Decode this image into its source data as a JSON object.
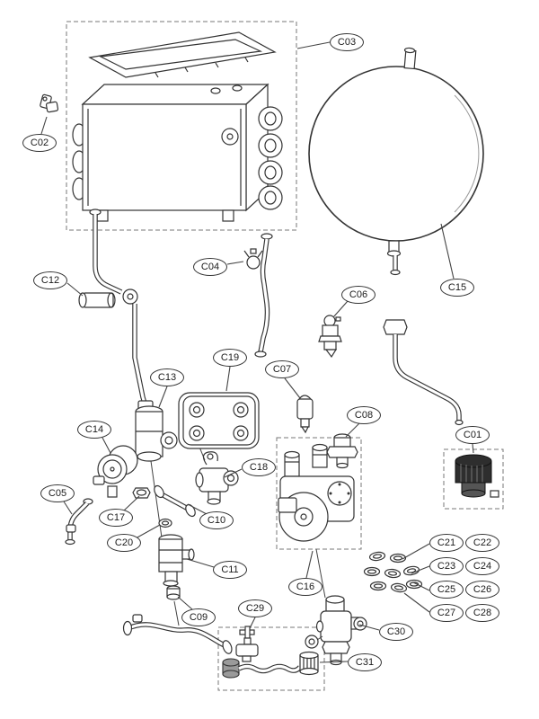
{
  "diagram": {
    "callouts": [
      {
        "id": "C01",
        "label": "C01"
      },
      {
        "id": "C02",
        "label": "C02"
      },
      {
        "id": "C03",
        "label": "C03"
      },
      {
        "id": "C04",
        "label": "C04"
      },
      {
        "id": "C05",
        "label": "C05"
      },
      {
        "id": "C06",
        "label": "C06"
      },
      {
        "id": "C07",
        "label": "C07"
      },
      {
        "id": "C08",
        "label": "C08"
      },
      {
        "id": "C09",
        "label": "C09"
      },
      {
        "id": "C10",
        "label": "C10"
      },
      {
        "id": "C11",
        "label": "C11"
      },
      {
        "id": "C12",
        "label": "C12"
      },
      {
        "id": "C13",
        "label": "C13"
      },
      {
        "id": "C14",
        "label": "C14"
      },
      {
        "id": "C15",
        "label": "C15"
      },
      {
        "id": "C16",
        "label": "C16"
      },
      {
        "id": "C17",
        "label": "C17"
      },
      {
        "id": "C18",
        "label": "C18"
      },
      {
        "id": "C19",
        "label": "C19"
      },
      {
        "id": "C20",
        "label": "C20"
      },
      {
        "id": "C21",
        "label": "C21"
      },
      {
        "id": "C22",
        "label": "C22"
      },
      {
        "id": "C23",
        "label": "C23"
      },
      {
        "id": "C24",
        "label": "C24"
      },
      {
        "id": "C25",
        "label": "C25"
      },
      {
        "id": "C26",
        "label": "C26"
      },
      {
        "id": "C27",
        "label": "C27"
      },
      {
        "id": "C28",
        "label": "C28"
      },
      {
        "id": "C29",
        "label": "C29"
      },
      {
        "id": "C30",
        "label": "C30"
      },
      {
        "id": "C31",
        "label": "C31"
      }
    ],
    "colors": {
      "line": "#333333",
      "background": "#ffffff",
      "dark_part": "#2e2e2e"
    }
  }
}
